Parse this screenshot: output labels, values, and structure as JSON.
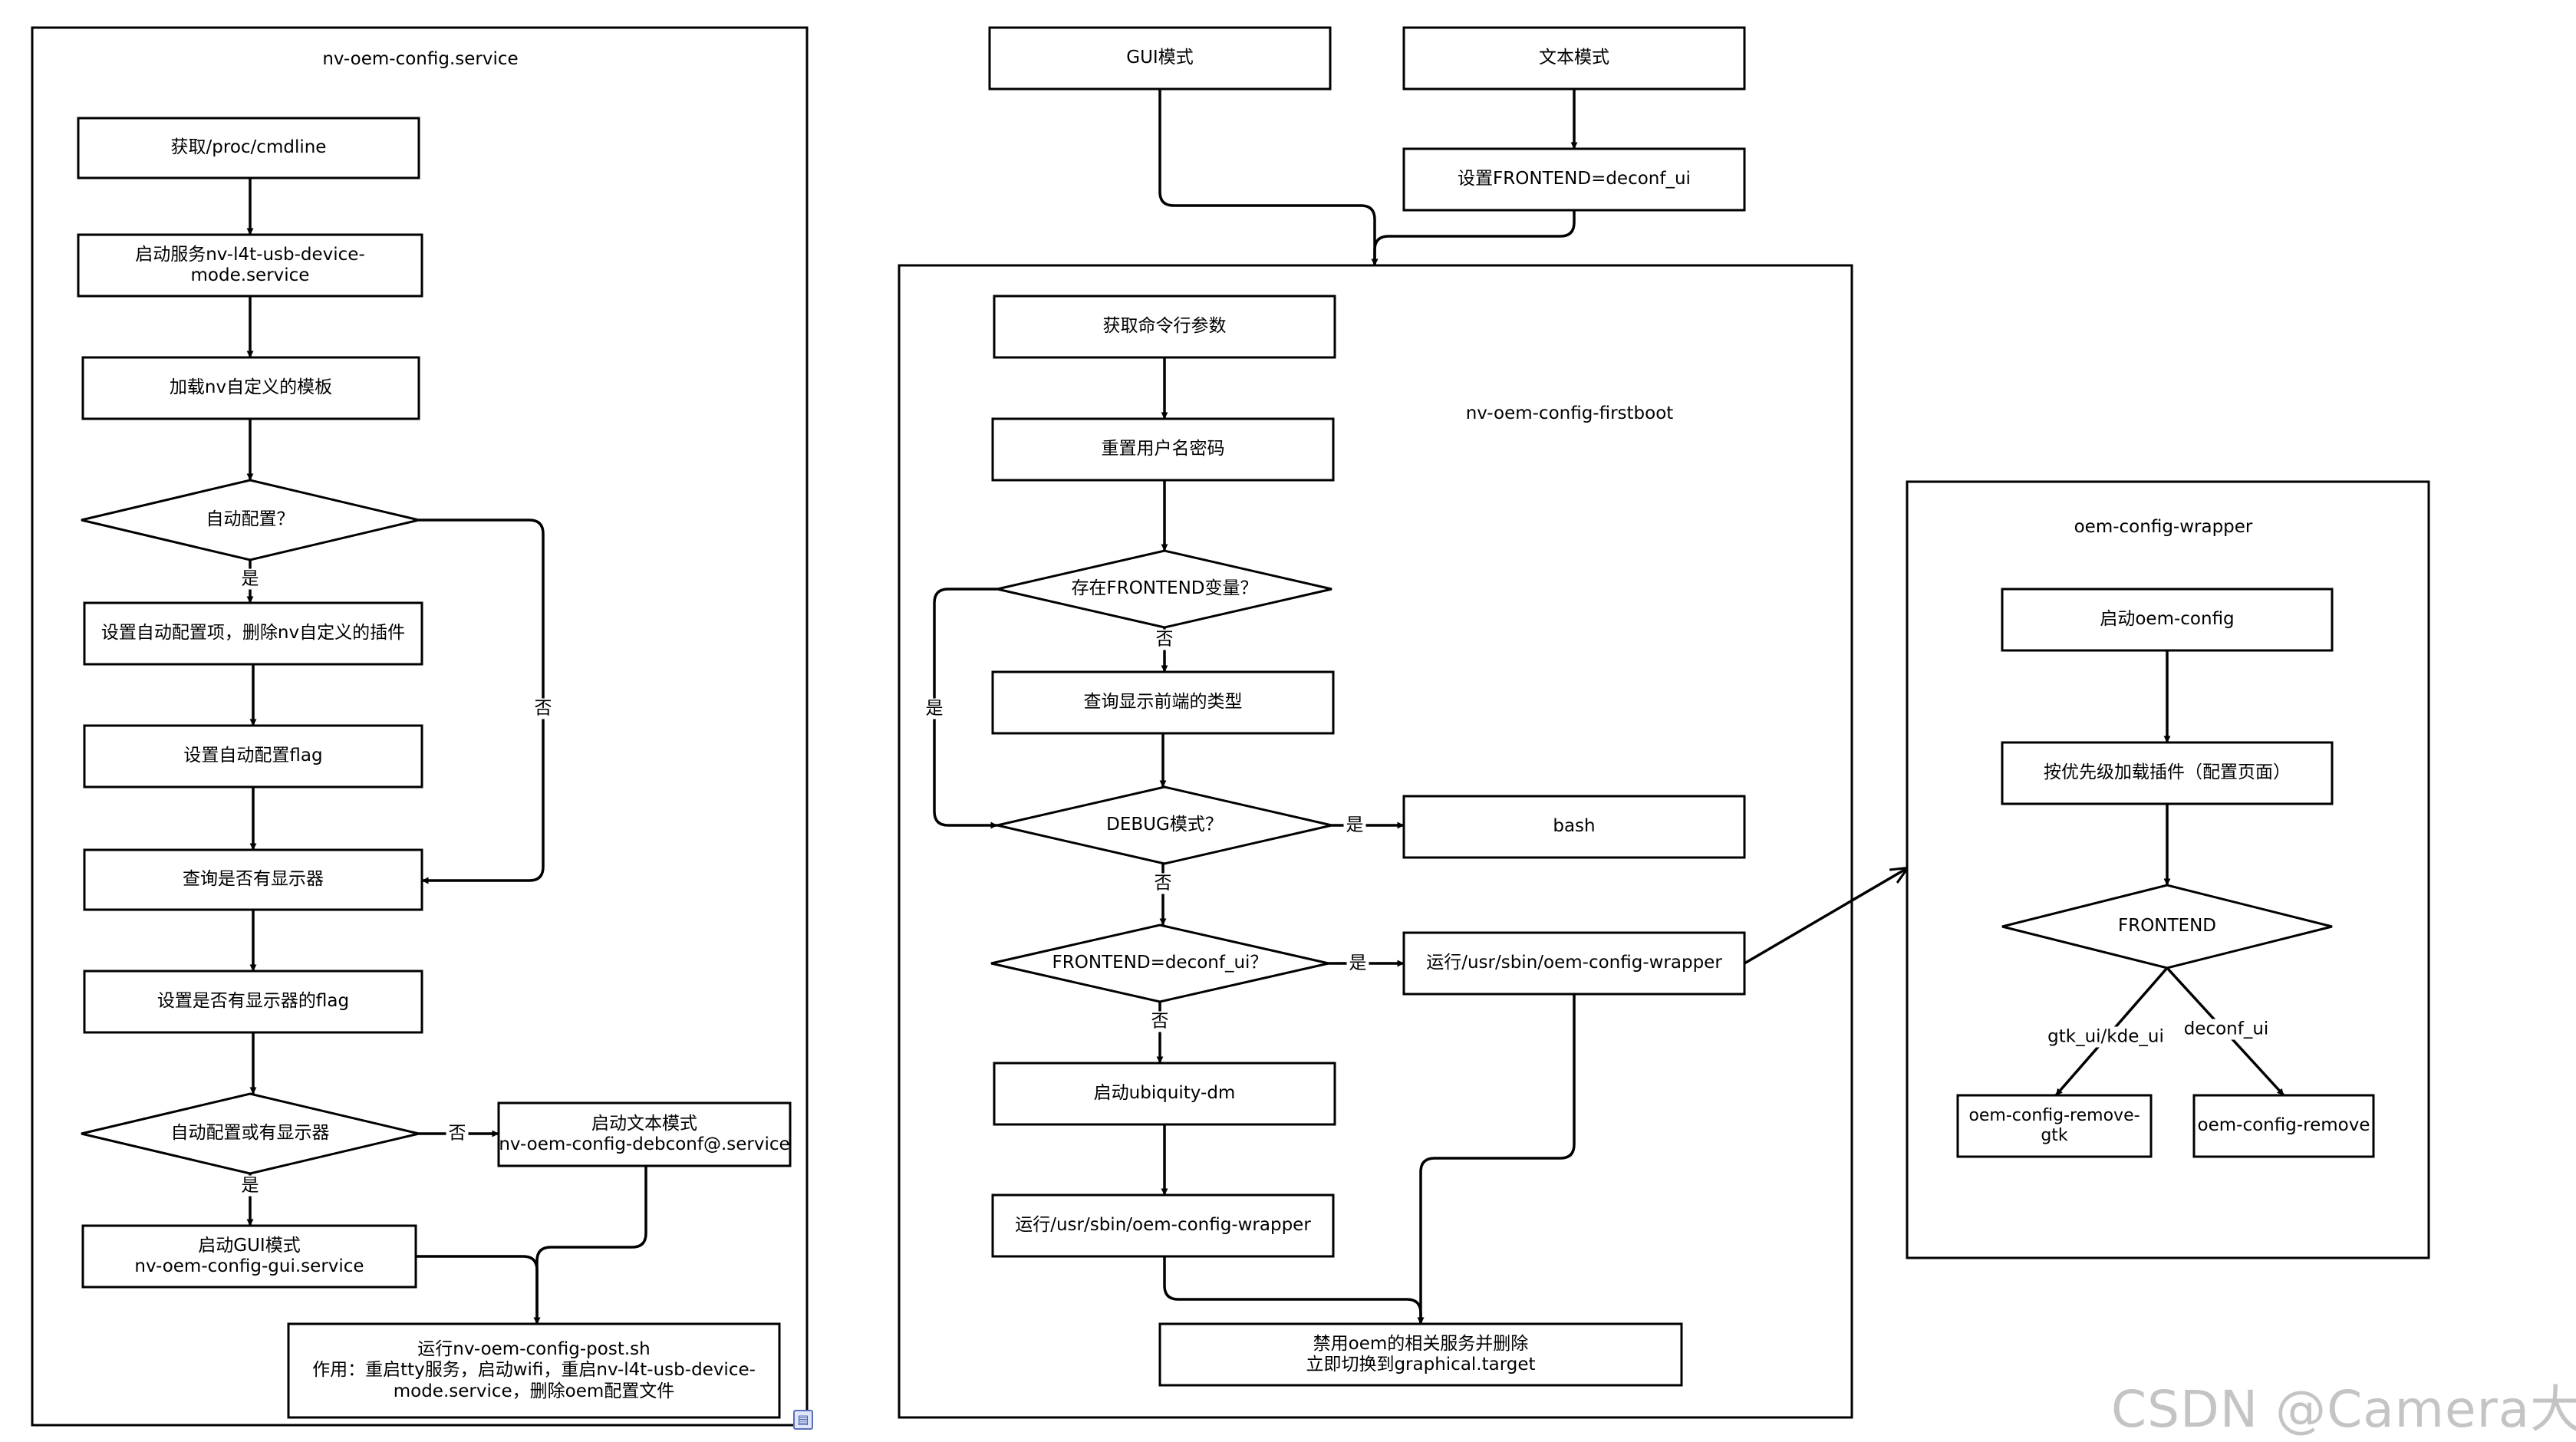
{
  "containers": {
    "service": "nv-oem-config.service",
    "firstboot": "nv-oem-config-firstboot",
    "wrapper": "oem-config-wrapper"
  },
  "nodes": {
    "get_cmdline": "获取/proc/cmdline",
    "start_usb_mode": "启动服务nv-l4t-usb-device-mode.service",
    "load_template": "加载nv自定义的模板",
    "auto_config_q": "自动配置？",
    "set_auto_config": "设置自动配置项，删除nv自定义的插件",
    "set_auto_flag": "设置自动配置flag",
    "query_display": "查询是否有显示器",
    "set_display_flag": "设置是否有显示器的flag",
    "auto_or_display_q": "自动配置或有显示器",
    "start_text_mode": [
      "启动文本模式",
      "nv-oem-config-debconf@.service"
    ],
    "start_gui_mode": [
      "启动GUI模式",
      "nv-oem-config-gui.service"
    ],
    "run_post": [
      "运行nv-oem-config-post.sh",
      "作用：重启tty服务，启动wifi，重启nv-l4t-usb-device-",
      "mode.service，删除oem配置文件"
    ],
    "gui_mode": "GUI模式",
    "text_mode": "文本模式",
    "set_frontend": "设置FRONTEND=deconf_ui",
    "get_args": "获取命令行参数",
    "reset_user": "重置用户名密码",
    "frontend_var_q": "存在FRONTEND变量？",
    "query_frontend_type": "查询显示前端的类型",
    "debug_q": "DEBUG模式？",
    "bash": "bash",
    "frontend_deconf_q": "FRONTEND=deconf_ui？",
    "run_wrapper_right": "运行/usr/sbin/oem-config-wrapper",
    "start_ubiquity": "启动ubiquity-dm",
    "run_wrapper_left": "运行/usr/sbin/oem-config-wrapper",
    "disable_oem": [
      "禁用oem的相关服务并删除",
      "立即切换到graphical.target"
    ],
    "start_oem_config": "启动oem-config",
    "load_plugins": "按优先级加载插件（配置页面）",
    "frontend_q": "FRONTEND",
    "remove_gtk": "oem-config-remove-gtk",
    "remove": "oem-config-remove"
  },
  "edge_labels": {
    "auto_yes": "是",
    "auto_no": "否",
    "display_yes": "是",
    "display_no": "否",
    "frontend_var_no": "否",
    "frontend_var_yes": "是",
    "debug_yes": "是",
    "debug_no": "否",
    "deconf_yes": "是",
    "deconf_no": "否",
    "gtk_kde": "gtk_ui/kde_ui",
    "deconf_ui": "deconf_ui"
  },
  "watermark": "CSDN @Camera大佬",
  "colors": {
    "stroke": "#000000",
    "background": "#ffffff",
    "watermark": "#c4c4c4"
  }
}
